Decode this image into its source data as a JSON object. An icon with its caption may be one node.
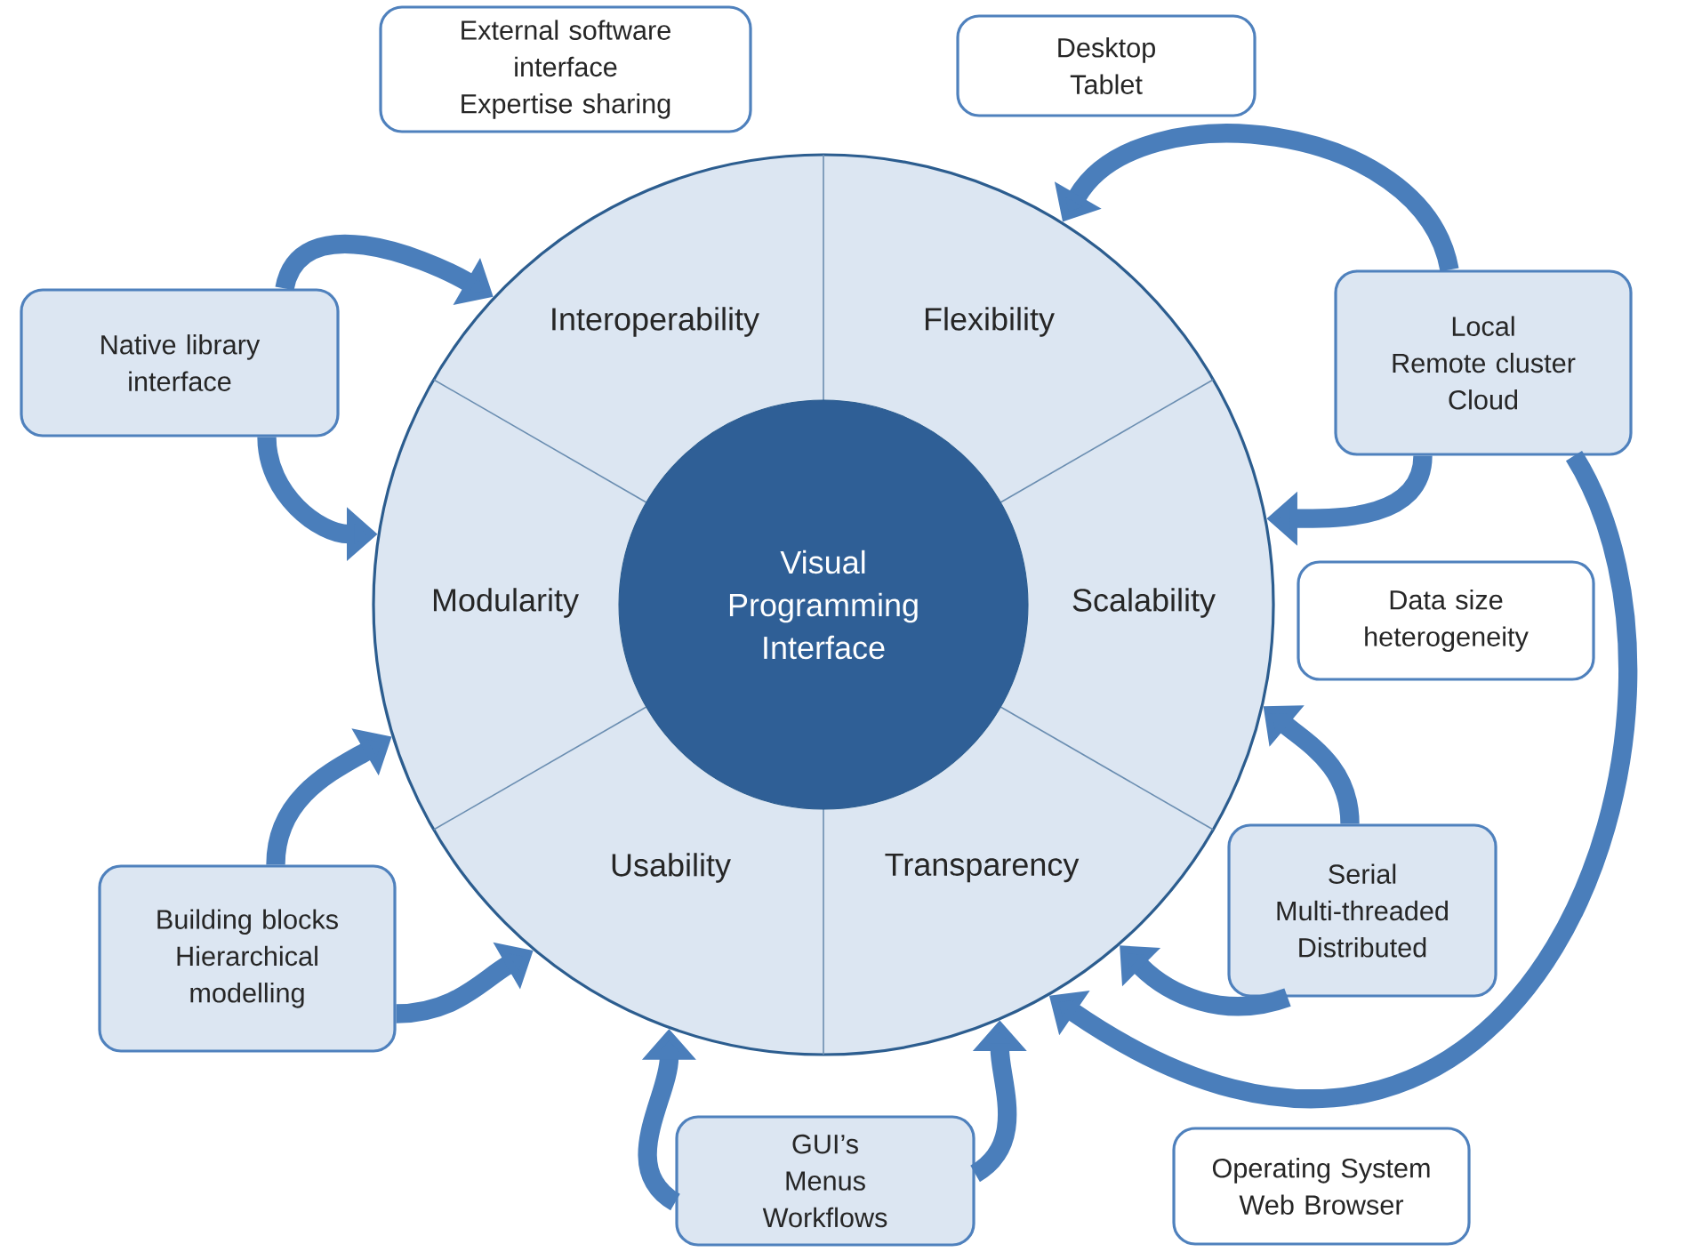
{
  "diagram": {
    "nodes": [
      {
        "text": [
          "External software interface",
          "Expertise sharing"
        ]
      },
      {
        "text": [
          "Desktop",
          "Tablet"
        ]
      },
      {
        "text": [
          "Native library interface"
        ]
      },
      {
        "text": [
          "Local",
          "Remote cluster",
          "Cloud"
        ]
      },
      {
        "text": [],
        "shape": "circle"
      },
      {
        "text": [
          "Interoperability"
        ],
        "in": 4
      },
      {
        "text": [
          "Flexibility"
        ],
        "in": 4
      },
      {
        "text": [
          "Modularity"
        ],
        "in": 4
      },
      {
        "text": [
          "Visual Programming Interface"
        ],
        "in": 4
      },
      {
        "text": [
          "Scalability"
        ],
        "in": 4
      },
      {
        "text": [
          "Usability"
        ],
        "in": 4
      },
      {
        "text": [
          "Transparency"
        ],
        "in": 4
      },
      {
        "text": [
          "Data size heterogeneity"
        ]
      },
      {
        "text": [
          "Building blocks",
          "Hierarchical modelling"
        ]
      },
      {
        "text": [
          "Serial",
          "Multi-threaded",
          "Distributed"
        ]
      },
      {
        "text": [
          "GUI’s",
          "Menus",
          "Workflows"
        ]
      },
      {
        "text": [
          "Operating System",
          "Web Browser"
        ]
      }
    ],
    "edges": [
      {
        "from": 2,
        "to": 4,
        "arrow": "to"
      },
      {
        "from": 2,
        "to": 4,
        "arrow": "to"
      },
      {
        "from": 3,
        "to": 4,
        "arrow": "to"
      },
      {
        "from": 3,
        "to": 4,
        "arrow": "to"
      },
      {
        "from": 3,
        "to": 4,
        "arrow": "to"
      },
      {
        "from": 14,
        "to": 4,
        "arrow": "to"
      },
      {
        "from": 14,
        "to": 4,
        "arrow": "to"
      },
      {
        "from": 15,
        "to": 4,
        "arrow": "to"
      },
      {
        "from": 15,
        "to": 4,
        "arrow": "to"
      },
      {
        "from": 13,
        "to": 4,
        "arrow": "to"
      },
      {
        "from": 13,
        "to": 4,
        "arrow": "to"
      }
    ]
  }
}
